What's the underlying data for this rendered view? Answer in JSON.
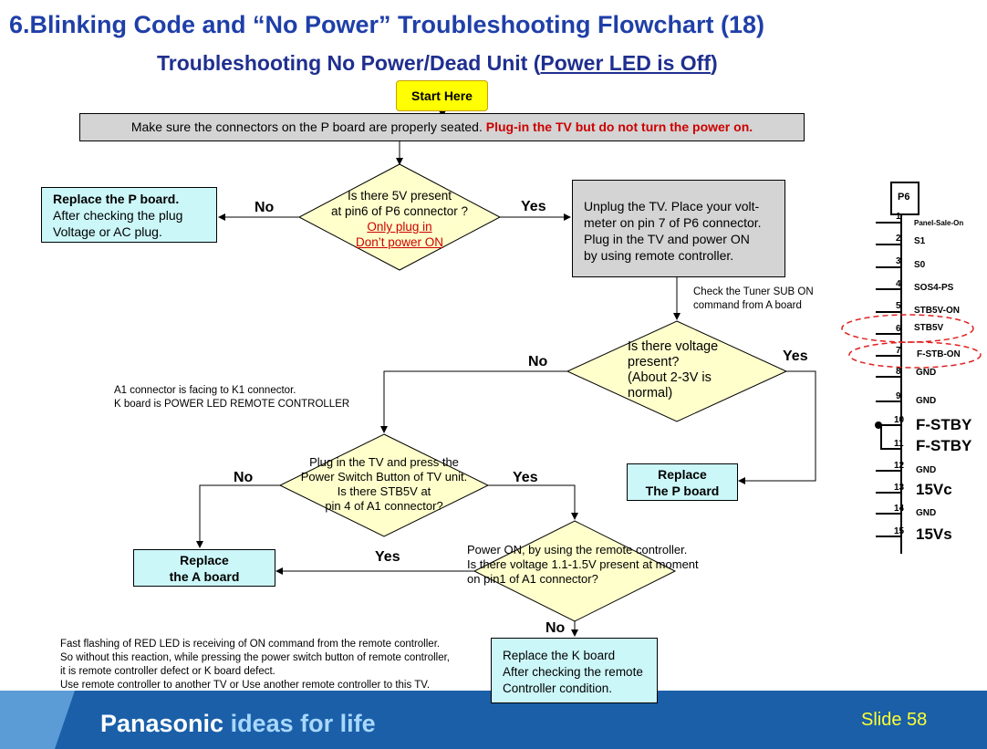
{
  "header": {
    "title": "6.Blinking Code and “No Power” Troubleshooting Flowchart (18)",
    "subtitle_prefix": "Troubleshooting No Power/Dead Unit (",
    "subtitle_underlined": "Power LED is Off",
    "subtitle_suffix": ")"
  },
  "flow": {
    "start": "Start Here",
    "step1_black": "Make sure the connectors on the P board are properly seated. ",
    "step1_red": "Plug-in the TV but do not turn the power on.",
    "d1_line1": "Is there 5V present",
    "d1_line2": "at pin6 of P6 connector ?",
    "d1_red1": "Only plug in",
    "d1_red2": "Don’t power ON",
    "replace_p_title": "Replace the P board.",
    "replace_p_body1": "After checking the plug",
    "replace_p_body2": "Voltage or AC  plug.",
    "unplug_l1": "Unplug the TV. Place your volt-",
    "unplug_l2": "meter on pin 7 of P6 connector.",
    "unplug_l3": "Plug in the TV and power ON",
    "unplug_l4": "by using remote controller.",
    "check_tuner_1": "Check the Tuner SUB ON",
    "check_tuner_2": "command from A board",
    "d2_l1": "Is there voltage",
    "d2_l2": "present?",
    "d2_l3": "(About 2-3V is",
    "d2_l4": "normal)",
    "a1_note1": "A1 connector is facing to K1 connector.",
    "a1_note2": "K board is POWER LED REMOTE CONTROLLER",
    "d3_l1": "Plug in the TV and press the",
    "d3_l2": "Power Switch Button of TV unit.",
    "d3_l3": "Is there  STB5V at",
    "d3_l4": "pin 4 of A1 connector?",
    "replace_p2_l1": "Replace",
    "replace_p2_l2": "The P board",
    "replace_a_l1": "Replace",
    "replace_a_l2": "the A board",
    "d4_l1": "Power ON, by using the remote controller.",
    "d4_l2": "Is there voltage 1.1-1.5V present at moment",
    "d4_l3": "on pin1 of A1 connector?",
    "replace_k_l1": "Replace the K board",
    "replace_k_l2": "After checking the remote",
    "replace_k_l3": "Controller condition.",
    "fast_note1": "Fast flashing of RED LED is receiving of ON command from the remote controller.",
    "fast_note2": "So without this reaction, while pressing the power switch button of remote controller,",
    "fast_note3": "it is remote controller defect or K board defect.",
    "fast_note4": "Use remote controller to another TV or Use another remote controller to this TV.",
    "labels": {
      "no1": "No",
      "yes1": "Yes",
      "no2": "No",
      "yes2": "Yes",
      "no3": "No",
      "yes3": "Yes",
      "yes4": "Yes",
      "no4": "No"
    }
  },
  "connector": {
    "name": "P6",
    "pins": [
      {
        "num": "1",
        "label": "Panel-Sale-On"
      },
      {
        "num": "2",
        "label": "S1"
      },
      {
        "num": "3",
        "label": "S0"
      },
      {
        "num": "4",
        "label": "SOS4-PS"
      },
      {
        "num": "5",
        "label": "STB5V-ON"
      },
      {
        "num": "6",
        "label": "STB5V"
      },
      {
        "num": "7",
        "label": "F-STB-ON"
      },
      {
        "num": "8",
        "label": "GND"
      },
      {
        "num": "9",
        "label": "GND"
      },
      {
        "num": "10",
        "label": "F-STBY"
      },
      {
        "num": "11",
        "label": "F-STBY"
      },
      {
        "num": "12",
        "label": "GND"
      },
      {
        "num": "13",
        "label": "15Vc"
      },
      {
        "num": "14",
        "label": "GND"
      },
      {
        "num": "15",
        "label": "15Vs"
      }
    ]
  },
  "footer": {
    "brand_main": "Panasonic",
    "brand_tag": " ideas for life",
    "slide": "Slide 58"
  },
  "colors": {
    "title": "#1f3fa8",
    "diamond_fill": "#ffffcc",
    "box_fill": "#ccf7f9",
    "footer_bg": "#1a5fa8",
    "slide_text": "#ffff33"
  }
}
